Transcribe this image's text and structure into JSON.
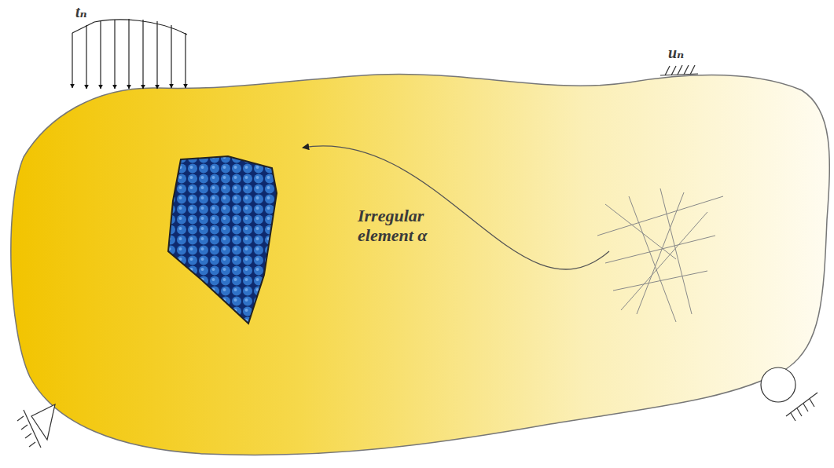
{
  "diagram": {
    "labels": [
      "tₙ",
      "uₙ",
      "Irregular element α"
    ]
  }
}
